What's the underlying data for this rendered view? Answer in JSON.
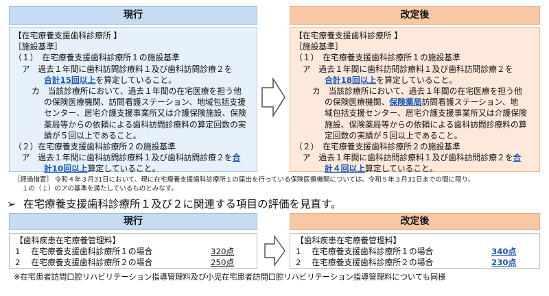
{
  "top": {
    "current_header": "現行",
    "revised_header": "改定後",
    "current_lines": [
      "【在宅療養支援歯科診療所 】",
      "［施設基準］",
      "（１）　在宅療養支援歯科診療所１の施設基準",
      "　ア　過去１年間に歯科訪問診療料１及び歯科訪問診療２を",
      "カ　当該診療所において、過去１年間の在宅医療を担う他",
      "の保険医療機関、訪問看護ステーション、地域包括支援",
      "センター、居宅介護支援事業所又は介護保険施設、保険",
      "薬局等からの依頼による歯科訪問診療料の算定回数の実",
      "績が５回以上であること。",
      "（２）在宅療養支援歯科診療所２の施設基準",
      "　ア　過去１年間に歯科訪問診療料１及び歯科訪問診療２を"
    ],
    "current_hl1": "合計15回以上",
    "current_hl1_after": "を算定していること。",
    "current_hl2_a": "合",
    "current_hl2_b": "計10回以上",
    "current_hl2_after": "算定していること。",
    "revised_lines": [
      "【在宅療養支援歯科診療所 】",
      "［施設基準］",
      "（１）　在宅療養支援歯科診療所１の施設基準",
      "　ア　過去１年間に歯科訪問診療料１及び歯科訪問診療２を",
      "カ　当該診療所において、過去１年間の在宅医療を担う他",
      "の保険医療機関、",
      "訪問看護ステーション、地",
      "域包括支援センター、居宅介護支援事業所又は介護保険",
      "施設、保険薬局等からの依頼による歯科訪問診療料の算",
      "定回数の実績が５回以上であること。",
      "（２）　在宅療養支援歯科診療所２の施設基準",
      "　ア　過去１年間に歯科訪問診療料１及び歯科訪問診療２を"
    ],
    "revised_hl_pharmacy": "保険薬局",
    "revised_hl1": "合計18回以上",
    "revised_hl1_after": "を算定していること。",
    "revised_hl2_a": "合",
    "revised_hl2_b": "計４回以上",
    "revised_hl2_after": "算定していること。"
  },
  "note": [
    "［経過措置］ 令和４年３月31日において、現に在宅療養支援歯科診療所１の届出を行っている保険医療機関については、令和５年３月31日までの間に限り、",
    "１の（１）のアの基準を満たしているものとみなす。"
  ],
  "bullet": {
    "mark": "➢",
    "text": "在宅療養支援歯科診療所１及び２に関連する項目の評価を見直す。"
  },
  "bottom": {
    "current_header": "現行",
    "revised_header": "改定後",
    "title": "【歯科疾患在宅療養管理料】",
    "rows": [
      {
        "num": "1",
        "label": "在宅療養支援歯科診療所１の場合",
        "current": "320点",
        "revised": "340点"
      },
      {
        "num": "2",
        "label": "在宅療養支援歯科診療所２の場合",
        "current": "250点",
        "revised": "230点"
      }
    ]
  },
  "footnote": "※在宅患者訪問口腔リハビリテーション指導管理料及び小児在宅患者訪問口腔リハビリテーション指導管理料についても同様",
  "colors": {
    "current_header_bg": "#c6dcf2",
    "revised_header_bg": "#f8c8a6",
    "current_box_bg": "#e7f1fb",
    "revised_box_bg": "#fde9dc",
    "highlight": "#1a56b8"
  }
}
